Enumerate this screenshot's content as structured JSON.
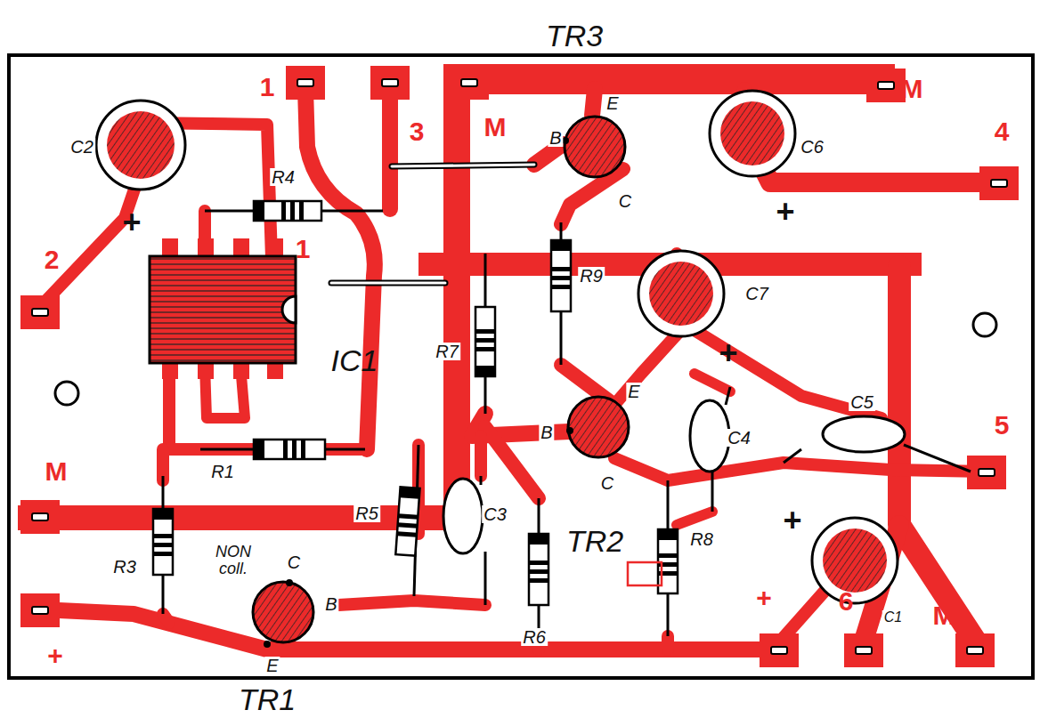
{
  "diagram": {
    "labels": [
      "TR3",
      "1",
      "3",
      "M",
      "M",
      "E",
      "B",
      "C",
      "C2",
      "+",
      "R4",
      "1",
      "C6",
      "+",
      "4",
      "2",
      "R9",
      "C7",
      "+",
      "IC1",
      "R7",
      "E",
      "B",
      "C5",
      "C4",
      "5",
      "M",
      "R1",
      "C",
      "R5",
      "C3",
      "TR2",
      "R8",
      "+",
      "R3",
      "NON coll.",
      "C",
      "B",
      "E",
      "R6",
      "+",
      "+",
      "6",
      "C1",
      "M",
      "TR1"
    ]
  }
}
